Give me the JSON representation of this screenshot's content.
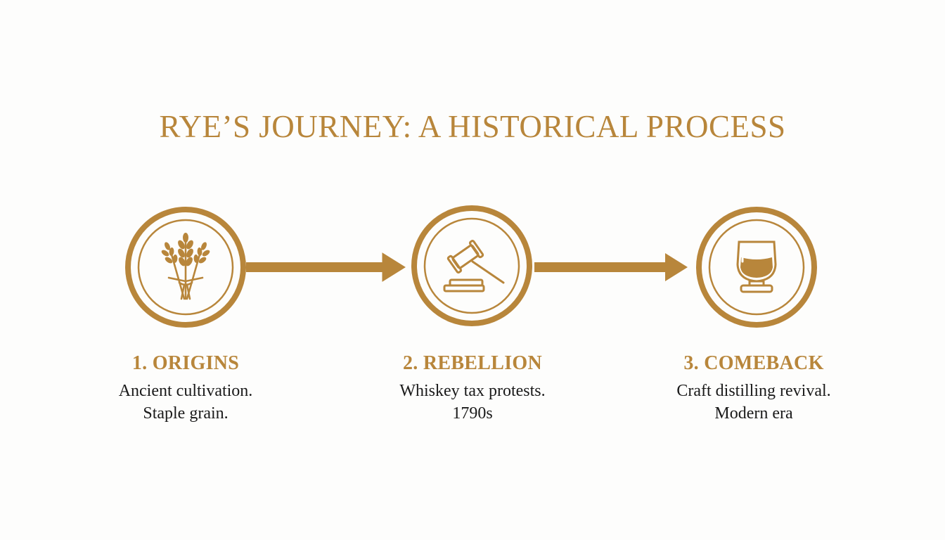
{
  "title": "RYE’S JOURNEY: A HISTORICAL PROCESS",
  "colors": {
    "accent": "#b8863b",
    "text": "#1a1a1a",
    "background": "#fdfdfc"
  },
  "steps": [
    {
      "label": "1. ORIGINS",
      "desc_line1": "Ancient cultivation.",
      "desc_line2": "Staple grain.",
      "icon": "wheat-icon"
    },
    {
      "label": "2. REBELLION",
      "desc_line1": "Whiskey tax protests.",
      "desc_line2": "1790s",
      "icon": "gavel-icon"
    },
    {
      "label": "3. COMEBACK",
      "desc_line1": "Craft distilling revival.",
      "desc_line2": "Modern era",
      "icon": "whiskey-glass-icon"
    }
  ]
}
